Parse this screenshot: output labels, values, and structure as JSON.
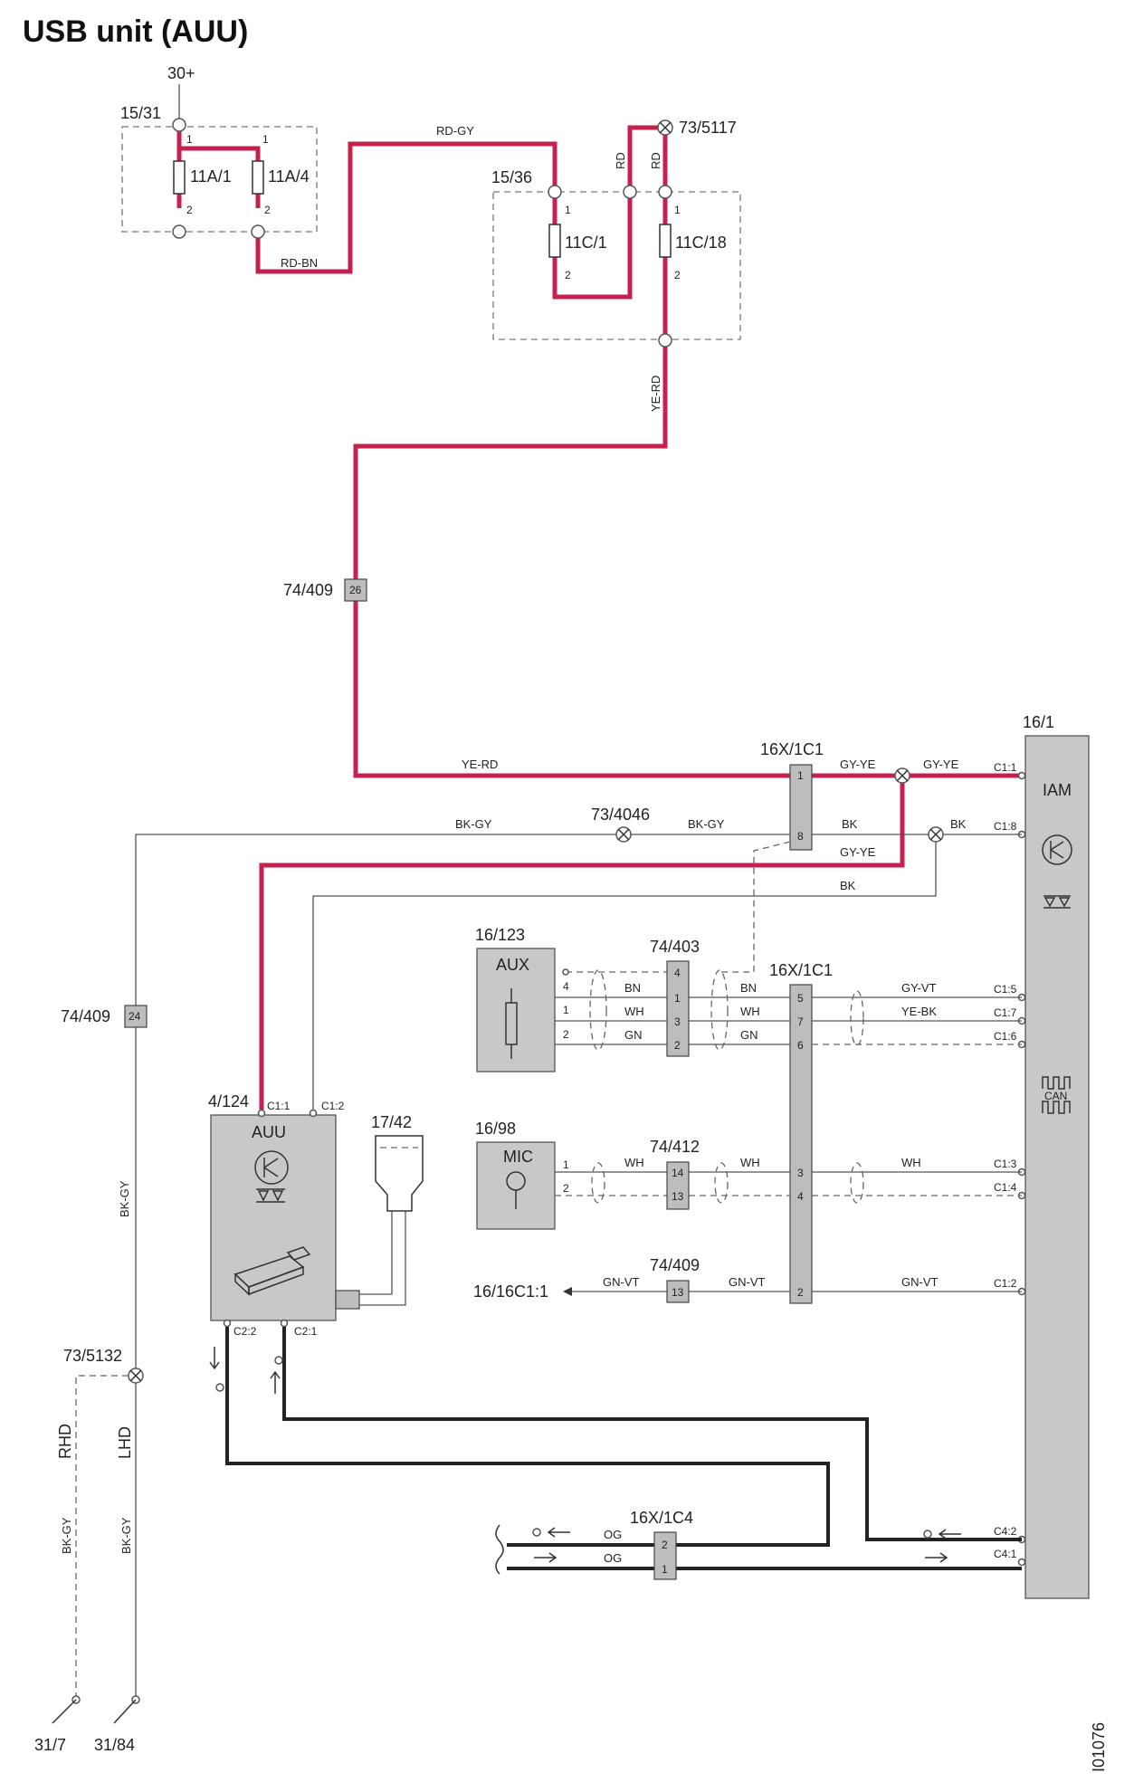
{
  "title": "USB unit (AUU)",
  "image_code": "I01076",
  "power": "30+",
  "fuse_boxes": {
    "box1": {
      "label": "15/31",
      "fuses": [
        "11A/1",
        "11A/4"
      ]
    },
    "box2": {
      "label": "15/36",
      "fuses": [
        "11C/1",
        "11C/18"
      ]
    }
  },
  "ground_points": [
    "73/5117",
    "73/4046",
    "73/5132"
  ],
  "connectors": {
    "c74409": "74/409",
    "c16x1c1": "16X/1C1",
    "c74403": "74/403",
    "c74412": "74/412",
    "c16x1c4": "16X/1C4",
    "pins_74409_top": "26",
    "pins_74409_left": "24",
    "pins_74409_bottom": "13",
    "pins_16x1c1_top": [
      "1",
      "8"
    ],
    "pins_16x1c1_mid": [
      "5",
      "7",
      "6",
      "3",
      "4",
      "2"
    ],
    "pins_74403": [
      "4",
      "1",
      "3",
      "2"
    ],
    "pins_74412": [
      "14",
      "13"
    ],
    "pins_16x1c4": [
      "2",
      "1"
    ]
  },
  "components": {
    "iam": {
      "id": "16/1",
      "name": "IAM",
      "can": "CAN",
      "pins": [
        "C1:1",
        "C1:8",
        "C1:5",
        "C1:7",
        "C1:6",
        "C1:3",
        "C1:4",
        "C1:2",
        "C4:2",
        "C4:1"
      ]
    },
    "auu": {
      "id": "4/124",
      "name": "AUU",
      "pins": [
        "C1:1",
        "C1:2",
        "C2:2",
        "C2:1"
      ]
    },
    "aux": {
      "id": "16/123",
      "name": "AUX",
      "pins": [
        "4",
        "1",
        "2"
      ]
    },
    "mic": {
      "id": "16/98",
      "name": "MIC",
      "pins": [
        "1",
        "2"
      ]
    },
    "usb": {
      "id": "17/42"
    },
    "dest": "16/16C1:1"
  },
  "wire_colors": {
    "rd_gy": "RD-GY",
    "rd_bn": "RD-BN",
    "rd": "RD",
    "ye_rd": "YE-RD",
    "gy_ye": "GY-YE",
    "bk_gy": "BK-GY",
    "bk": "BK",
    "bn": "BN",
    "wh": "WH",
    "gn": "GN",
    "gy_vt": "GY-VT",
    "ye_bk": "YE-BK",
    "gn_vt": "GN-VT",
    "og": "OG"
  },
  "variants": {
    "rhd": "RHD",
    "lhd": "LHD"
  },
  "grounds": [
    "31/7",
    "31/84"
  ],
  "fuse_pins": [
    "1",
    "2"
  ],
  "colors": {
    "red_wire": "#c4214f",
    "module_fill": "#c8c8c8",
    "black_wire": "#222222"
  }
}
